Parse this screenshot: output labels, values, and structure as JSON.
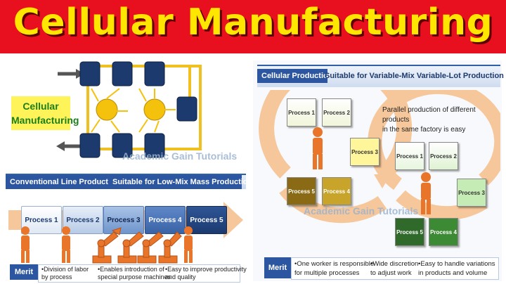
{
  "banner": {
    "title": "Cellular Manufacturing"
  },
  "cell_diagram": {
    "label_line1": "Cellular",
    "label_line2": "Manufacturing"
  },
  "watermark": "Academic Gain Tutorials",
  "conventional": {
    "tag": "Conventional Line Production",
    "subtitle": "Suitable for Low-Mix Mass Production",
    "processes": [
      "Process 1",
      "Process 2",
      "Process 3",
      "Process 4",
      "Process 5"
    ],
    "merit_label": "Merit",
    "merits": [
      [
        "•Division of labor",
        " by process"
      ],
      [
        "•Enables introduction of",
        " special purpose machines"
      ],
      [
        "•Easy to improve productivity",
        " and quality"
      ]
    ]
  },
  "cellular": {
    "tag": "Cellular Production",
    "subtitle": "Suitable for Variable-Mix Variable-Lot Production",
    "note_line1": "Parallel production of different products",
    "note_line2": "in the same factory is easy",
    "left_cell": [
      "Process 1",
      "Process 2",
      "Process 3",
      "Process 4",
      "Process 5"
    ],
    "right_cell": [
      "Process 1",
      "Process 2",
      "Process 3",
      "Process 4",
      "Process 5"
    ],
    "merit_label": "Merit",
    "merits": [
      [
        "•One worker is responsible",
        " for multiple processes"
      ],
      [
        "•Wide discretion",
        " to adjust work"
      ],
      [
        "•Easy to handle variations",
        " in products and volume"
      ]
    ]
  },
  "colors": {
    "banner_red": "#e8101f",
    "title_yellow": "#ffe600",
    "header_blue": "#2c56a0",
    "node_navy": "#1c3a6e",
    "worker_orange": "#e8752a",
    "arrow_peach": "#f6c79a"
  }
}
